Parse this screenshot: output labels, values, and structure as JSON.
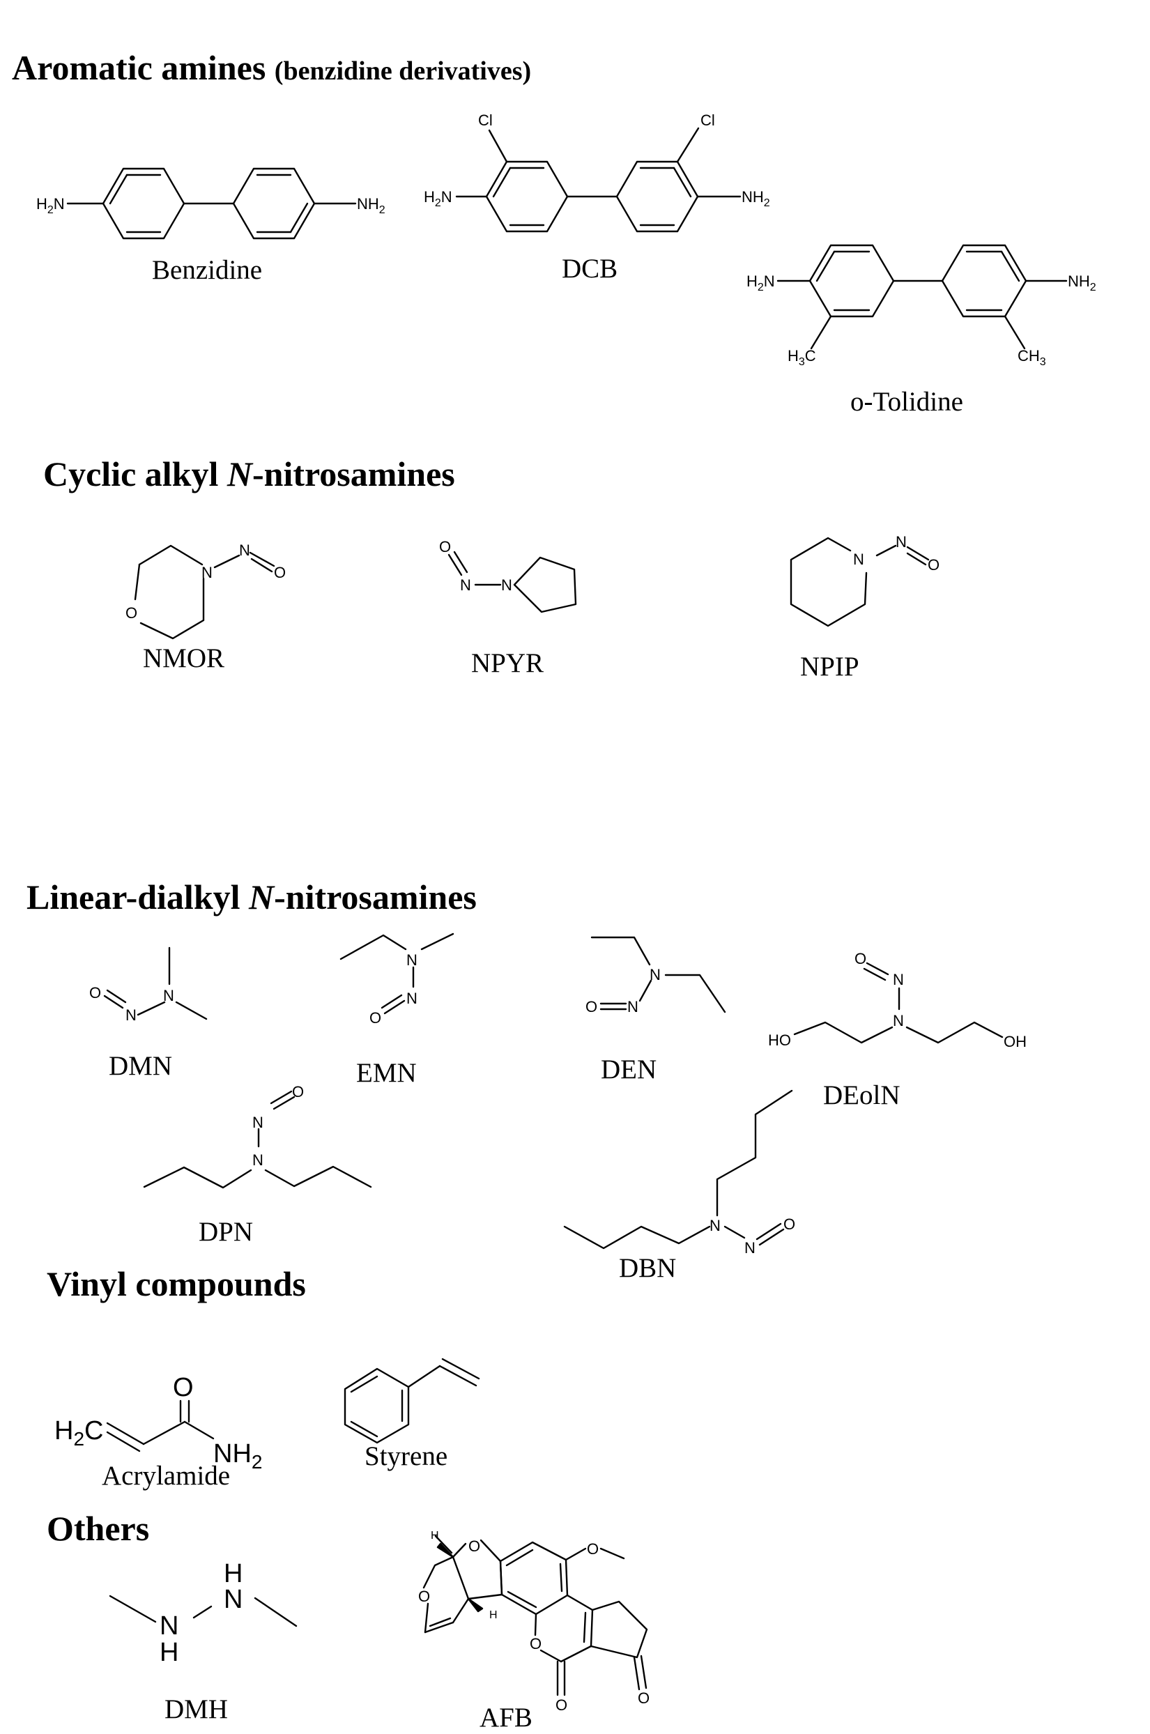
{
  "sections": {
    "aromatic": {
      "title": "Aromatic amines",
      "subtitle": "(benzidine derivatives)"
    },
    "cyclic": {
      "title_a": "Cyclic alkyl ",
      "title_b": "N",
      "title_c": "-nitrosamines"
    },
    "linear": {
      "title_a": "Linear-dialkyl ",
      "title_b": "N",
      "title_c": "-nitrosamines"
    },
    "vinyl": {
      "title": "Vinyl compounds"
    },
    "others": {
      "title": "Others"
    }
  },
  "compounds": {
    "benzidine": "Benzidine",
    "dcb": "DCB",
    "otolidine": "o-Tolidine",
    "nmor": "NMOR",
    "npyr": "NPYR",
    "npip": "NPIP",
    "dmn": "DMN",
    "emn": "EMN",
    "den": "DEN",
    "deoln": "DEolN",
    "dpn": "DPN",
    "dbn": "DBN",
    "acrylamide": "Acrylamide",
    "styrene": "Styrene",
    "dmh": "DMH",
    "afb": "AFB"
  },
  "atoms": {
    "nh2": "NH",
    "h2": "H",
    "two": "2",
    "n": "N",
    "o": "O",
    "cl": "Cl",
    "c": "C",
    "h": "H",
    "three": "3",
    "ho": "HO",
    "oh": "OH"
  }
}
